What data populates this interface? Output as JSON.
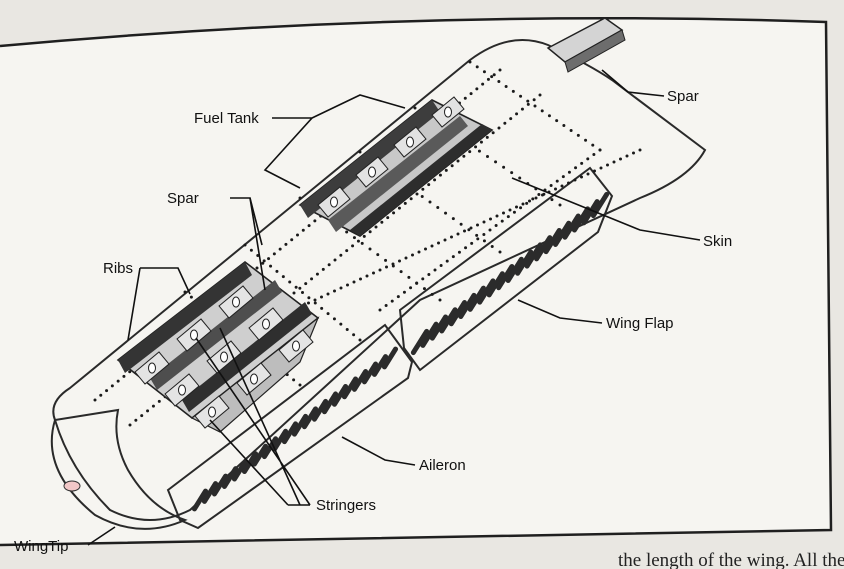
{
  "labels": {
    "fuel_tank": "Fuel Tank",
    "spar_top": "Spar",
    "spar_left": "Spar",
    "ribs": "Ribs",
    "skin": "Skin",
    "wing_flap": "Wing Flap",
    "aileron": "Aileron",
    "stringers": "Stringers",
    "wing_tip": "WingTip"
  },
  "caption_fragment": "the length of the wing. All the",
  "colors": {
    "paper": "#e9e7e2",
    "skin_blue": "#9cd3e4",
    "skin_light": "#eef6f8",
    "structure_dark": "#3c3c3c",
    "ink": "#111111"
  }
}
